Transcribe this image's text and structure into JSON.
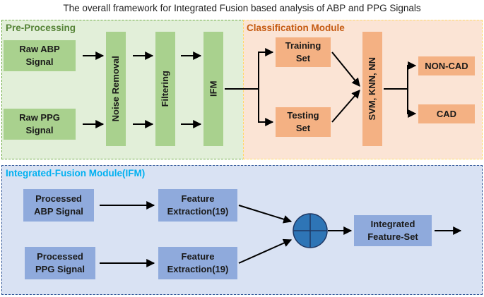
{
  "title": "The overall framework for Integrated Fusion based analysis of ABP and PPG Signals",
  "preprocessing": {
    "label": "Pre-Processing",
    "raw_abp": "Raw ABP\nSignal",
    "raw_ppg": "Raw PPG\nSignal",
    "noise_removal": "Noise Removal",
    "filtering": "Filtering",
    "ifm": "IFM"
  },
  "classification": {
    "label": "Classification Module",
    "training_set": "Training\nSet",
    "testing_set": "Testing\nSet",
    "classifiers": "SVM, KNN, NN",
    "non_cad": "NON-CAD",
    "cad": "CAD"
  },
  "ifm_module": {
    "label": "Integrated-Fusion Module(IFM)",
    "processed_abp": "Processed\nABP Signal",
    "processed_ppg": "Processed\nPPG Signal",
    "feature_extraction_1": "Feature\nExtraction(19)",
    "feature_extraction_2": "Feature\nExtraction(19)",
    "integrated_feature_set": "Integrated\nFeature-Set"
  },
  "colors": {
    "green_box": "#a9d18e",
    "orange_box": "#f4b183",
    "blue_box": "#8faadc",
    "fusion_circle": "#2e75b6",
    "preprocessing_label": "#548235",
    "classification_label": "#c55a11",
    "ifm_label": "#00b0f0"
  }
}
